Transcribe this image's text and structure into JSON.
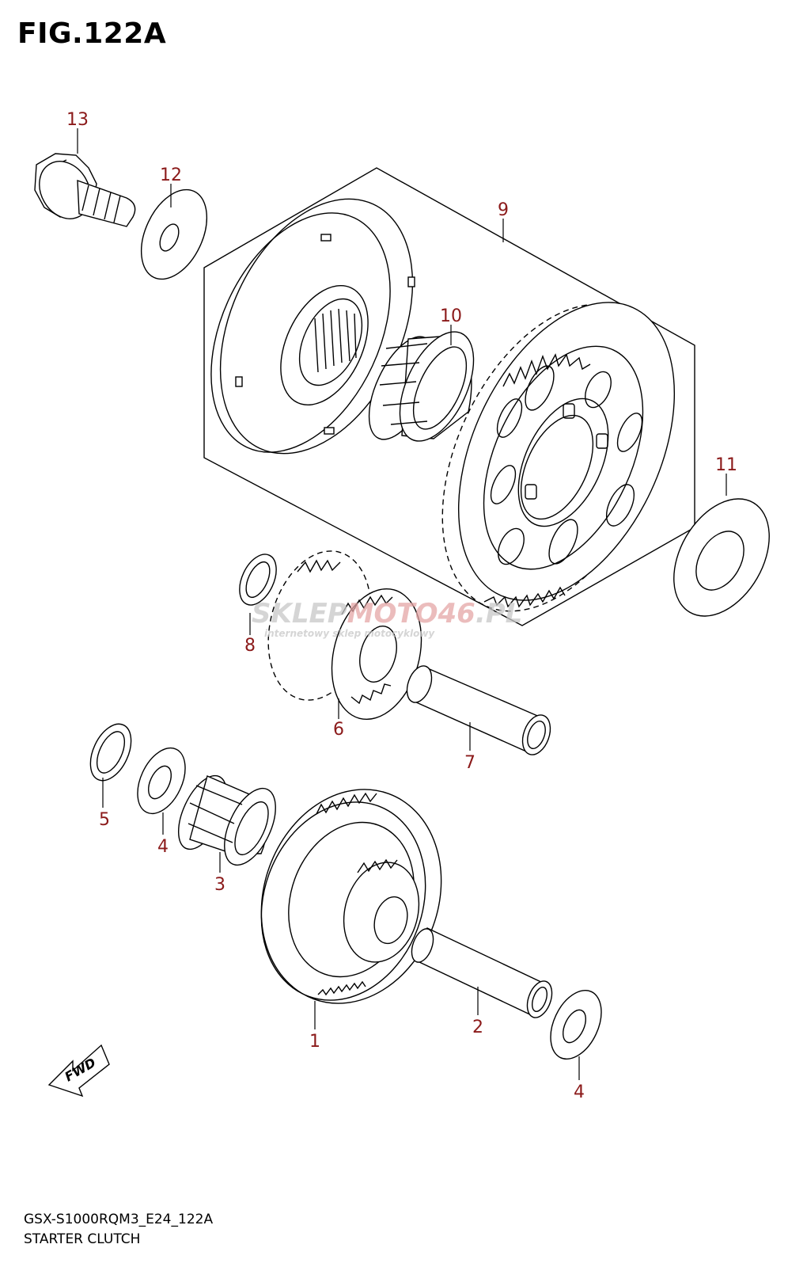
{
  "figure": {
    "title": "FIG.122A",
    "model_code": "GSX-S1000RQM3_E24_122A",
    "section_name": "STARTER CLUTCH"
  },
  "callouts": [
    "1",
    "2",
    "3",
    "4",
    "4",
    "5",
    "6",
    "7",
    "8",
    "9",
    "10",
    "11",
    "12",
    "13"
  ],
  "fwd_label": "FWD",
  "watermark": {
    "brand_a": "SKLEP",
    "brand_b": "MOTO",
    "brand_c": "46",
    "brand_d": ".PL",
    "tagline": "internetowy sklep motocyklowy"
  },
  "colors": {
    "callout": "#8b1a1a",
    "line": "#000000",
    "watermark_gray": "#c8c8c8",
    "watermark_red": "#e5a6a6"
  }
}
